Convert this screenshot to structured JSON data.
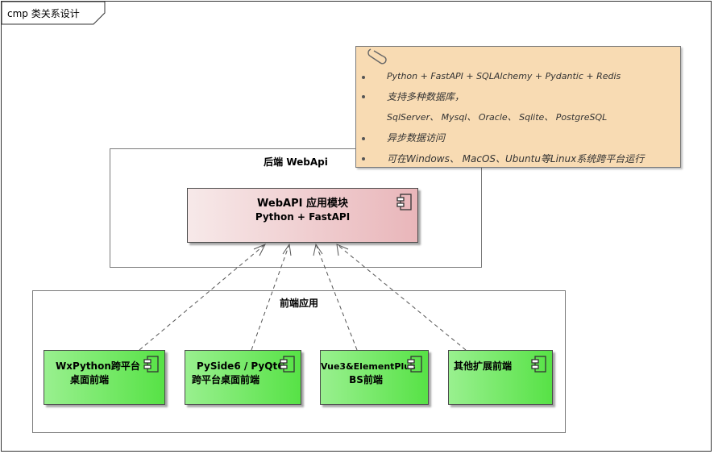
{
  "diagram": {
    "tab_label": "cmp 类关系设计"
  },
  "backend": {
    "title": "后端 WebApi",
    "component": {
      "line1": "WebAPI 应用模块",
      "line2": "Python + FastAPI"
    }
  },
  "frontend": {
    "title": "前端应用",
    "components": [
      {
        "line1": "WxPython跨平台",
        "line2": "桌面前端"
      },
      {
        "line1": "PySide6 / PyQt6",
        "line2": "跨平台桌面前端"
      },
      {
        "line1": "Vue3&ElementPlus",
        "line2": "BS前端"
      },
      {
        "line1": "其他扩展前端",
        "line2": ""
      }
    ]
  },
  "note": {
    "lines": [
      "Python + FastAPI + SQLAlchemy + Pydantic + Redis",
      "支持多种数据库，",
      "SqlServer、 Mysql、 Oracle、 Sqlite、 PostgreSQL",
      "异步数据访问",
      "可在Windows、 MacOS、Ubuntu等Linux系统跨平台运行"
    ]
  },
  "colors": {
    "api_component": "#e9b6ba",
    "front_component": "#57e246",
    "note_background": "#f8dbb3"
  },
  "icons": [
    "component-icon",
    "paperclip-icon"
  ]
}
